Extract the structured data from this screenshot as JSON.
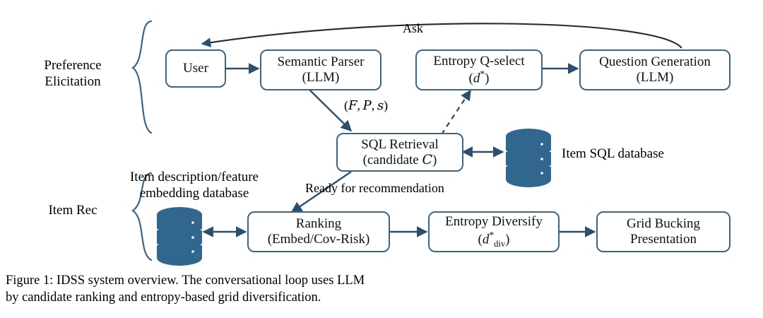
{
  "figure": {
    "caption_line_1": "Figure 1: IDSS system overview. The conversational loop uses LLM",
    "caption_line_2": "by candidate ranking and entropy-based grid diversification."
  },
  "colors": {
    "box_border": "#3a6585",
    "arrow": "#2c4f6b",
    "database_fill": "#31678f",
    "brace": "#3a6585",
    "text": "#000000",
    "background": "#ffffff"
  },
  "groups": [
    {
      "id": "preference-elicitation",
      "label_line_1": "Preference",
      "label_line_2": "Elicitation"
    },
    {
      "id": "item-rec",
      "label_line_1": "Item Rec",
      "label_line_2": ""
    }
  ],
  "nodes": [
    {
      "id": "user",
      "line_1": "User",
      "line_2": ""
    },
    {
      "id": "semantic-parser",
      "line_1": "Semantic Parser",
      "line_2": "(LLM)"
    },
    {
      "id": "entropy-q-select",
      "line_1": "Entropy Q-select",
      "line_2": "(d*)"
    },
    {
      "id": "question-generation",
      "line_1": "Question Generation",
      "line_2": "(LLM)"
    },
    {
      "id": "sql-retrieval",
      "line_1": "SQL Retrieval",
      "line_2": "(candidate C)"
    },
    {
      "id": "ranking",
      "line_1": "Ranking",
      "line_2": "(Embed/Cov-Risk)"
    },
    {
      "id": "entropy-diversify",
      "line_1": "Entropy Diversify",
      "line_2": "(d*div)"
    },
    {
      "id": "grid-bucking",
      "line_1": "Grid Bucking",
      "line_2": "Presentation"
    }
  ],
  "databases": [
    {
      "id": "item-sql-database",
      "label": "Item SQL database"
    },
    {
      "id": "embedding-database",
      "label_line_1": "Item description/feature",
      "label_line_2": "embedding database"
    }
  ],
  "edge_labels": [
    {
      "id": "ask",
      "text": "Ask"
    },
    {
      "id": "fps",
      "text": "(F, P, s)"
    },
    {
      "id": "ready",
      "text": "Ready for recommendation"
    }
  ]
}
